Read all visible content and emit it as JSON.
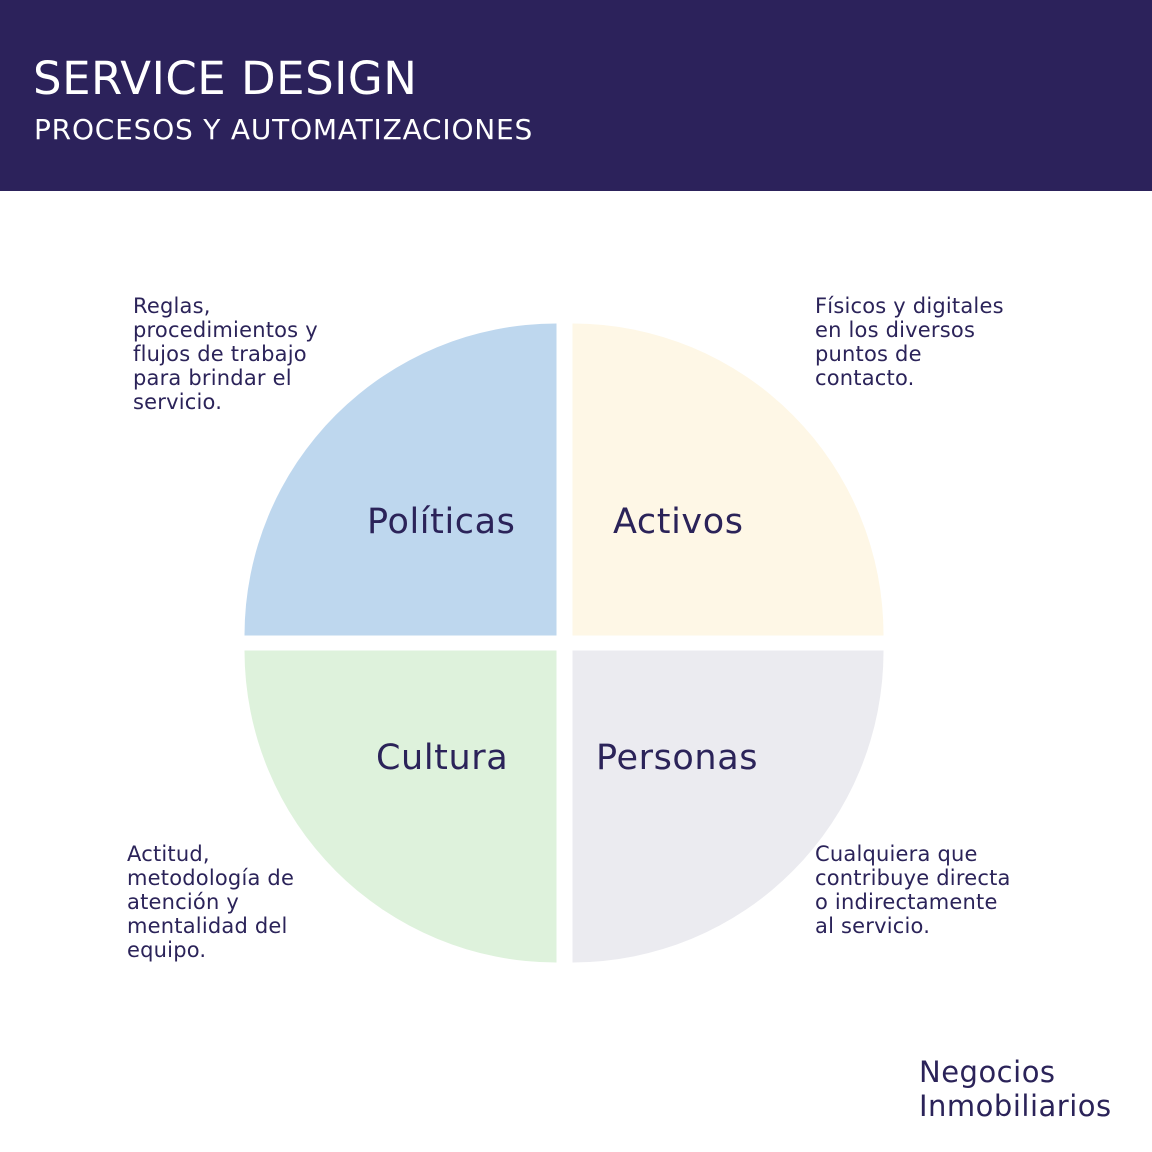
{
  "header": {
    "title": "SERVICE DESIGN",
    "subtitle": "PROCESOS Y AUTOMATIZACIONES"
  },
  "diagram": {
    "quadrants": [
      {
        "label": "Políticas",
        "description": "Reglas,\nprocedimientos y\nflujos de trabajo\npara brindar el\nservicio.",
        "color": "#bed7ee"
      },
      {
        "label": "Activos",
        "description": "Físicos y digitales\nen los diversos\npuntos de\ncontacto.",
        "color": "#fef7e6"
      },
      {
        "label": "Cultura",
        "description": "Actitud,\nmetodología de\natención y\nmentalidad del\nequipo.",
        "color": "#def2dc"
      },
      {
        "label": "Personas",
        "description": "Cualquiera que\ncontribuye directa\no indirectamente\nal servicio.",
        "color": "#ebebf0"
      }
    ]
  },
  "footer": {
    "brand_line1": "Negocios",
    "brand_line2": "Inmobiliarios"
  },
  "colors": {
    "header_bg": "#2c225b",
    "text": "#2b2359"
  }
}
